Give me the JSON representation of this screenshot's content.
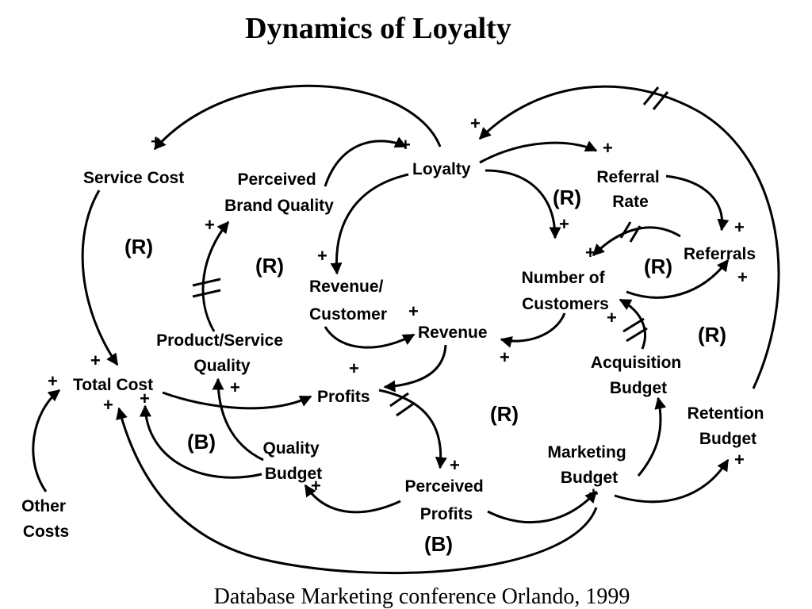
{
  "title": "Dynamics of Loyalty",
  "footer": "Database Marketing conference Orlando, 1999",
  "colors": {
    "ink": "#000000",
    "background": "#ffffff"
  },
  "nodes": {
    "service_cost": "Service Cost",
    "perceived_brand_quality": [
      "Perceived",
      "Brand Quality"
    ],
    "loyalty": "Loyalty",
    "referral_rate": [
      "Referral",
      "Rate"
    ],
    "referrals": "Referrals",
    "number_of_customers": [
      "Number of",
      "Customers"
    ],
    "revenue_customer": [
      "Revenue/",
      "Customer"
    ],
    "revenue": "Revenue",
    "product_service_quality": [
      "Product/Service",
      "Quality"
    ],
    "total_cost": "Total Cost",
    "profits": "Profits",
    "acquisition_budget": [
      "Acquisition",
      "Budget"
    ],
    "retention_budget": [
      "Retention",
      "Budget"
    ],
    "quality_budget": [
      "Quality",
      "Budget"
    ],
    "marketing_budget": [
      "Marketing",
      "Budget"
    ],
    "perceived_profits": [
      "Perceived",
      "Profits"
    ],
    "other_costs": [
      "Other",
      "Costs"
    ]
  },
  "loops": {
    "r1": "(R)",
    "r2": "(R)",
    "r3": "(R)",
    "r4": "(R)",
    "r5": "(R)",
    "r6": "(R)",
    "b1": "(B)",
    "b2": "(B)"
  },
  "plus": "+"
}
